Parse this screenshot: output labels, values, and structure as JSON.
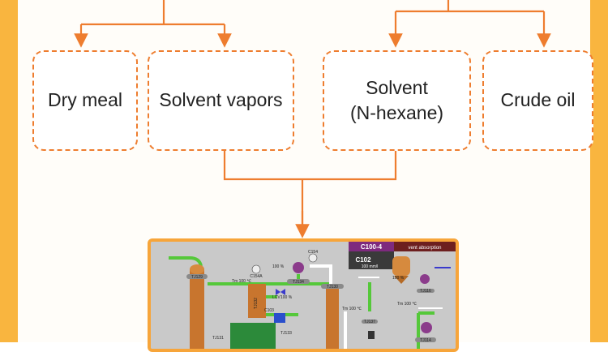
{
  "boxes": {
    "dry_meal": "Dry meal",
    "solvent_vapors": "Solvent vapors",
    "solvent_line1": "Solvent",
    "solvent_line2": "(N-hexane)",
    "crude_oil": "Crude oil"
  },
  "scada": {
    "unit_code": "C100-4",
    "sub_unit": "C102",
    "vent_label": "vent absorption",
    "tags": {
      "tj129": "TJ129",
      "tj132": "TJ132",
      "tj134": "TJ134",
      "tj130": "TJ130",
      "tj131": "TJ131",
      "tj133": "TJ133",
      "tj116": "TJ116",
      "tj137": "TJ137",
      "tj114": "TJ114",
      "c154a": "C154A",
      "c154": "C154",
      "c103": "C103"
    },
    "readouts": {
      "temp_left": "Tm 100 ℃",
      "pct_pump": "100 %",
      "pct_valve": "100 %",
      "valve_tag": "LCV",
      "temp_mid": "Tm 100 ℃",
      "temp_right": "Tm 100 ℃",
      "flow": "100 mm/l",
      "pct_tank": "100 %"
    }
  },
  "colors": {
    "frame": "#f9b53f",
    "connector": "#ee7d2f",
    "box_border": "#ee7d2f",
    "pipe_green": "#55c83a",
    "vessel": "#c8752e",
    "header_purple": "#7e2a7e"
  },
  "icons": [
    "arrow-down-icon"
  ]
}
